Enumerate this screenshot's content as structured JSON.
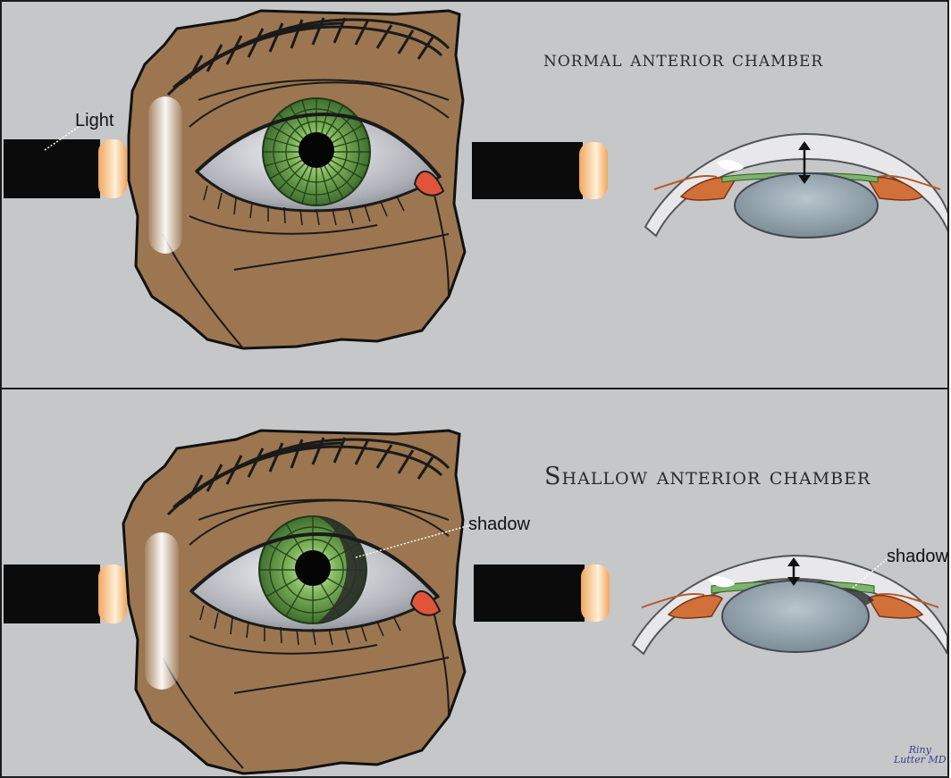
{
  "panels": {
    "top": {
      "title": "normal anterior chamber",
      "light_label": "Light"
    },
    "bottom": {
      "title": "Shallow anterior chamber",
      "shadow_label_eye": "shadow",
      "shadow_label_section": "shadow"
    }
  },
  "signature": {
    "line1": "Riny",
    "line2": "Lutter MD"
  },
  "colors": {
    "background": "#c6c7c9",
    "skin": "#9b7650",
    "iris": "#5f9a46",
    "flashlight": "#0b0b0b",
    "light_glow": "#f6c98e",
    "caruncle": "#e0553a",
    "lens": "#8d9fa8",
    "muscle": "#d2703a"
  },
  "icons": [
    "flashlight-icon",
    "eye-illustration",
    "anterior-chamber-cross-section",
    "depth-arrow-icon"
  ]
}
